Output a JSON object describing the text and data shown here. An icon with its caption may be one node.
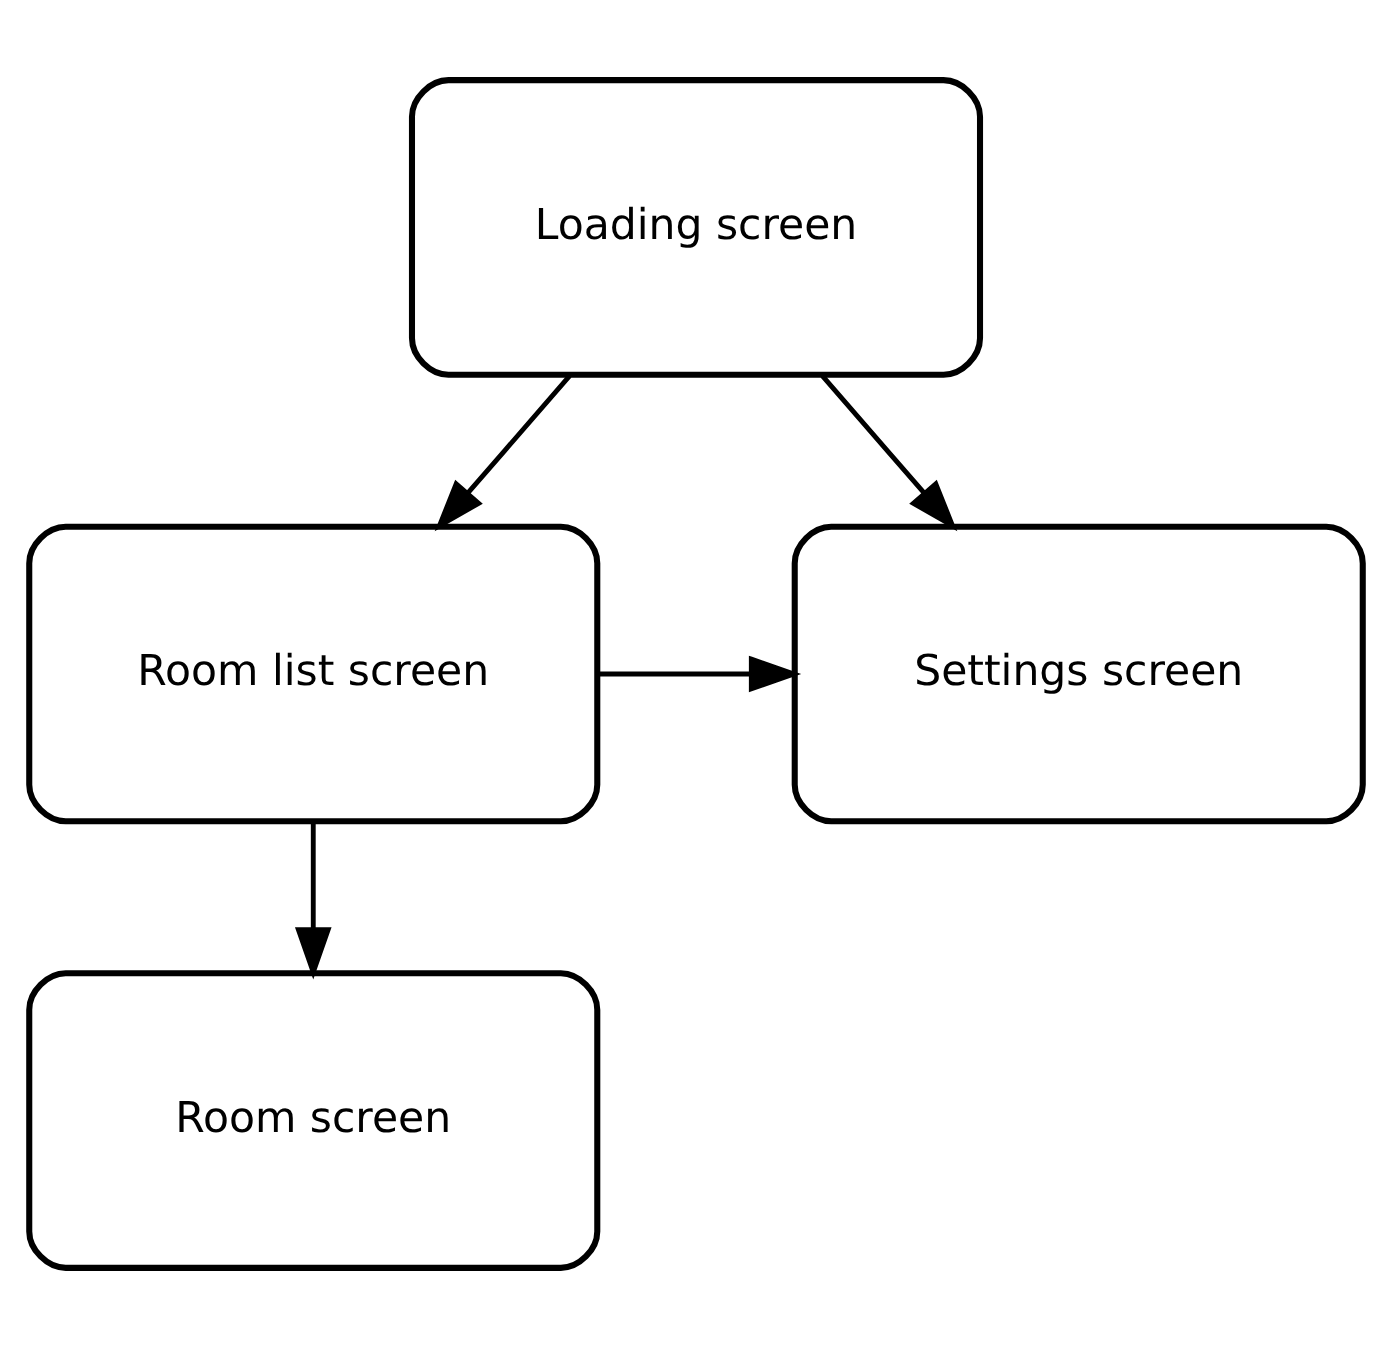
{
  "diagram": {
    "nodes": [
      {
        "text": [
          "Loading screen"
        ]
      },
      {
        "text": [
          "Room list screen"
        ]
      },
      {
        "text": [
          "Settings screen"
        ]
      },
      {
        "text": [
          "Room screen"
        ]
      }
    ],
    "edges": [
      {
        "from": 0,
        "to": 1,
        "arrow": "to"
      },
      {
        "from": 0,
        "to": 2,
        "arrow": "to"
      },
      {
        "from": 1,
        "to": 2,
        "arrow": "to"
      },
      {
        "from": 1,
        "to": 3,
        "arrow": "to"
      }
    ]
  }
}
